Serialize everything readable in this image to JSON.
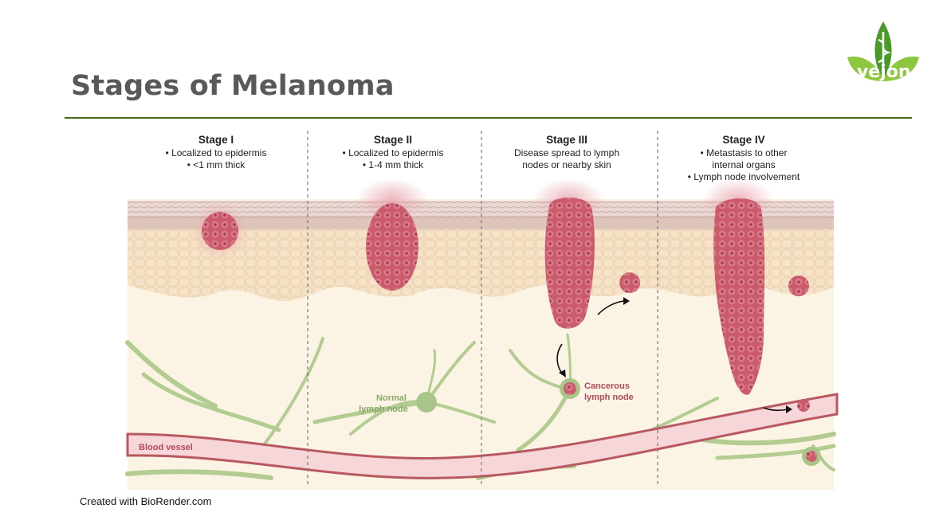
{
  "page": {
    "title": "Stages of Melanoma",
    "credit": "Created with BioRender.com"
  },
  "logo": {
    "text": "vejon"
  },
  "stages": [
    {
      "heading": "Stage I",
      "lines": [
        "• Localized to epidermis",
        "• <1 mm thick"
      ]
    },
    {
      "heading": "Stage II",
      "lines": [
        "• Localized to epidermis",
        "• 1-4 mm thick"
      ]
    },
    {
      "heading": "Stage III",
      "lines": [
        "Disease spread to lymph",
        "nodes or nearby skin"
      ]
    },
    {
      "heading": "Stage IV",
      "lines": [
        "• Metastasis to other",
        "internal organs",
        "• Lymph node involvement"
      ]
    }
  ],
  "labels": {
    "normal_node": [
      "Normal",
      "lymph node"
    ],
    "cancerous_node": [
      "Cancerous",
      "lymph node"
    ],
    "blood_vessel": "Blood vessel"
  },
  "colors": {
    "title": "#595959",
    "rule": "#3e6b1c",
    "tumor": "#c25b6a",
    "lymph": "#a9c589",
    "vessel": "#f3d2d4",
    "skin": "#f4dfc2"
  }
}
